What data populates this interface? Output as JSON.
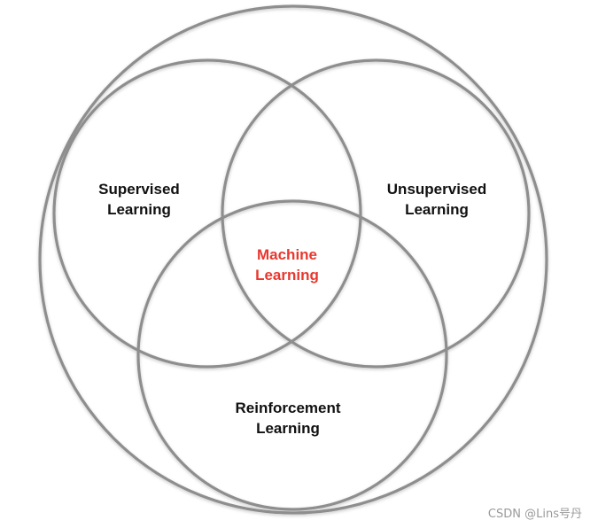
{
  "diagram": {
    "ring_color": "#8e8e8e",
    "sets": {
      "supervised": {
        "line1": "Supervised",
        "line2": "Learning"
      },
      "unsupervised": {
        "line1": "Unsupervised",
        "line2": "Learning"
      },
      "reinforcement": {
        "line1": "Reinforcement",
        "line2": "Learning"
      }
    },
    "intersection": {
      "line1": "Machine",
      "line2": "Learning",
      "color": "#e8382f"
    }
  },
  "watermark": "CSDN @Lins号丹"
}
